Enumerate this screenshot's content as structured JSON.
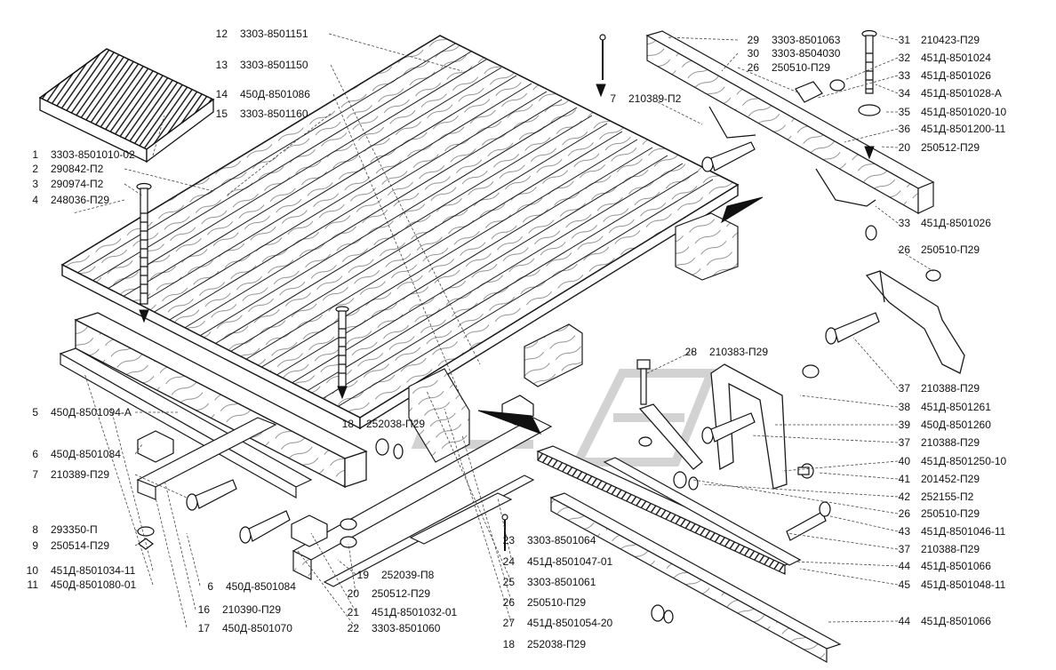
{
  "colors": {
    "line": "#1a1a1a",
    "wood": "#ffffff",
    "grain": "#555555",
    "watermark": "#c8c8c8",
    "dark": "#111111"
  },
  "callouts_left": [
    {
      "num": "1",
      "code": "3303-8501010-02"
    },
    {
      "num": "2",
      "code": "290842-П2"
    },
    {
      "num": "3",
      "code": "290974-П2"
    },
    {
      "num": "4",
      "code": "248036-П29"
    },
    {
      "num": "5",
      "code": "450Д-8501094-А"
    },
    {
      "num": "6",
      "code": "450Д-8501084"
    },
    {
      "num": "7",
      "code": "210389-П29"
    },
    {
      "num": "8",
      "code": "293350-П"
    },
    {
      "num": "9",
      "code": "250514-П29"
    },
    {
      "num": "10",
      "code": "451Д-8501034-11"
    },
    {
      "num": "11",
      "code": "450Д-8501080-01"
    }
  ],
  "callouts_top": [
    {
      "num": "12",
      "code": "3303-8501151"
    },
    {
      "num": "13",
      "code": "3303-8501150"
    },
    {
      "num": "14",
      "code": "450Д-8501086"
    },
    {
      "num": "15",
      "code": "3303-8501160"
    }
  ],
  "callouts_right": [
    {
      "num": "31",
      "code": "210423-П29"
    },
    {
      "num": "32",
      "code": "451Д-8501024"
    },
    {
      "num": "33",
      "code": "451Д-8501026"
    },
    {
      "num": "34",
      "code": "451Д-8501028-А"
    },
    {
      "num": "35",
      "code": "451Д-8501020-10"
    },
    {
      "num": "36",
      "code": "451Д-8501200-11"
    },
    {
      "num": "20",
      "code": "250512-П29"
    },
    {
      "num": "33",
      "code": "451Д-8501026"
    },
    {
      "num": "26",
      "code": "250510-П29"
    },
    {
      "num": "37",
      "code": "210388-П29"
    },
    {
      "num": "38",
      "code": "451Д-8501261"
    },
    {
      "num": "39",
      "code": "450Д-8501260"
    },
    {
      "num": "37",
      "code": "210388-П29"
    },
    {
      "num": "40",
      "code": "451Д-8501250-10"
    },
    {
      "num": "41",
      "code": "201452-П29"
    },
    {
      "num": "42",
      "code": "252155-П2"
    },
    {
      "num": "26",
      "code": "250510-П29"
    },
    {
      "num": "43",
      "code": "451Д-8501046-11"
    },
    {
      "num": "37",
      "code": "210388-П29"
    },
    {
      "num": "44",
      "code": "451Д-8501066"
    },
    {
      "num": "45",
      "code": "451Д-8501048-11"
    },
    {
      "num": "44",
      "code": "451Д-8501066"
    }
  ],
  "callouts_center": [
    {
      "num": "29",
      "code": "3303-8501063"
    },
    {
      "num": "30",
      "code": "3303-8504030"
    },
    {
      "num": "26",
      "code": "250510-П29"
    },
    {
      "num": "7",
      "code": "210389-П2"
    },
    {
      "num": "28",
      "code": "210383-П29"
    },
    {
      "num": "18",
      "code": "252038-П29"
    },
    {
      "num": "23",
      "code": "3303-8501064"
    },
    {
      "num": "24",
      "code": "451Д-8501047-01"
    },
    {
      "num": "25",
      "code": "3303-8501061"
    },
    {
      "num": "26",
      "code": "250510-П29"
    },
    {
      "num": "27",
      "code": "451Д-8501054-20"
    },
    {
      "num": "18",
      "code": "252038-П29"
    }
  ],
  "callouts_bottom": [
    {
      "num": "6",
      "code": "450Д-8501084"
    },
    {
      "num": "16",
      "code": "210390-П29"
    },
    {
      "num": "17",
      "code": "450Д-8501070"
    },
    {
      "num": "19",
      "code": "252039-П8"
    },
    {
      "num": "20",
      "code": "250512-П29"
    },
    {
      "num": "21",
      "code": "451Д-8501032-01"
    },
    {
      "num": "22",
      "code": "3303-8501060"
    }
  ]
}
